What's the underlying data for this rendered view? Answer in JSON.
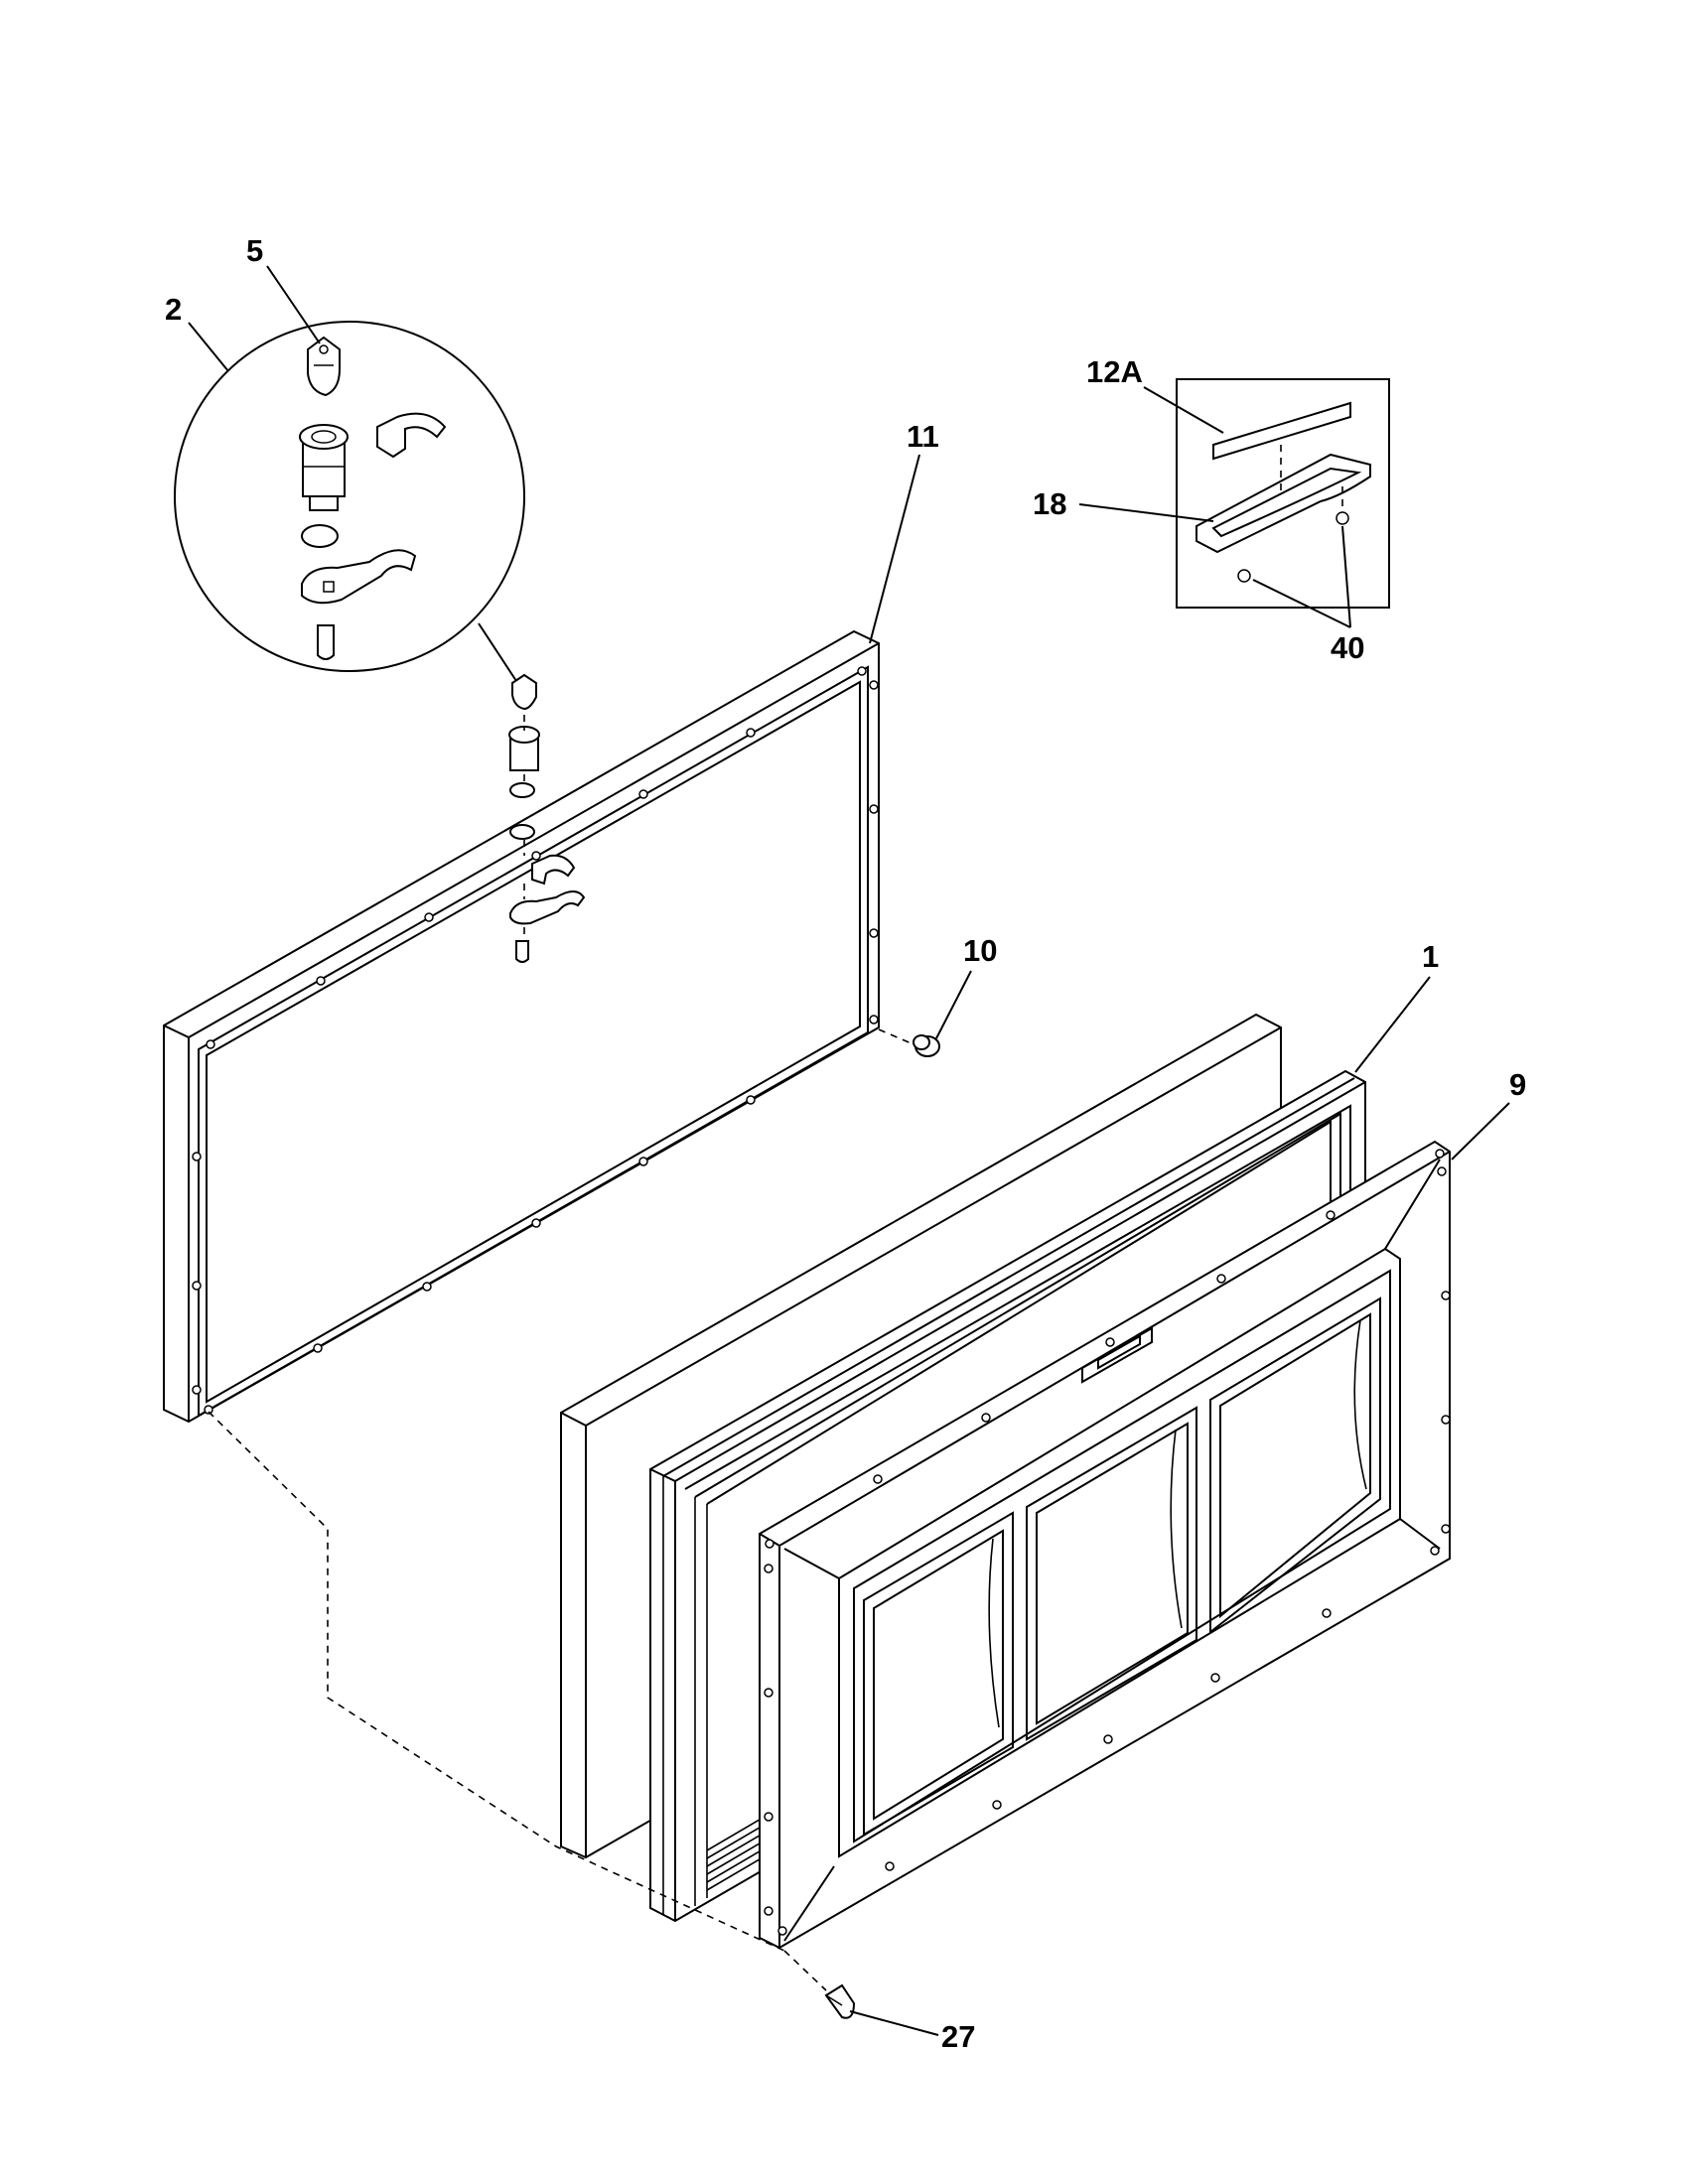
{
  "callouts": {
    "c5": "5",
    "c2": "2",
    "c11": "11",
    "c12a": "12A",
    "c18": "18",
    "c40": "40",
    "c10": "10",
    "c1": "1",
    "c9": "9",
    "c27": "27"
  }
}
